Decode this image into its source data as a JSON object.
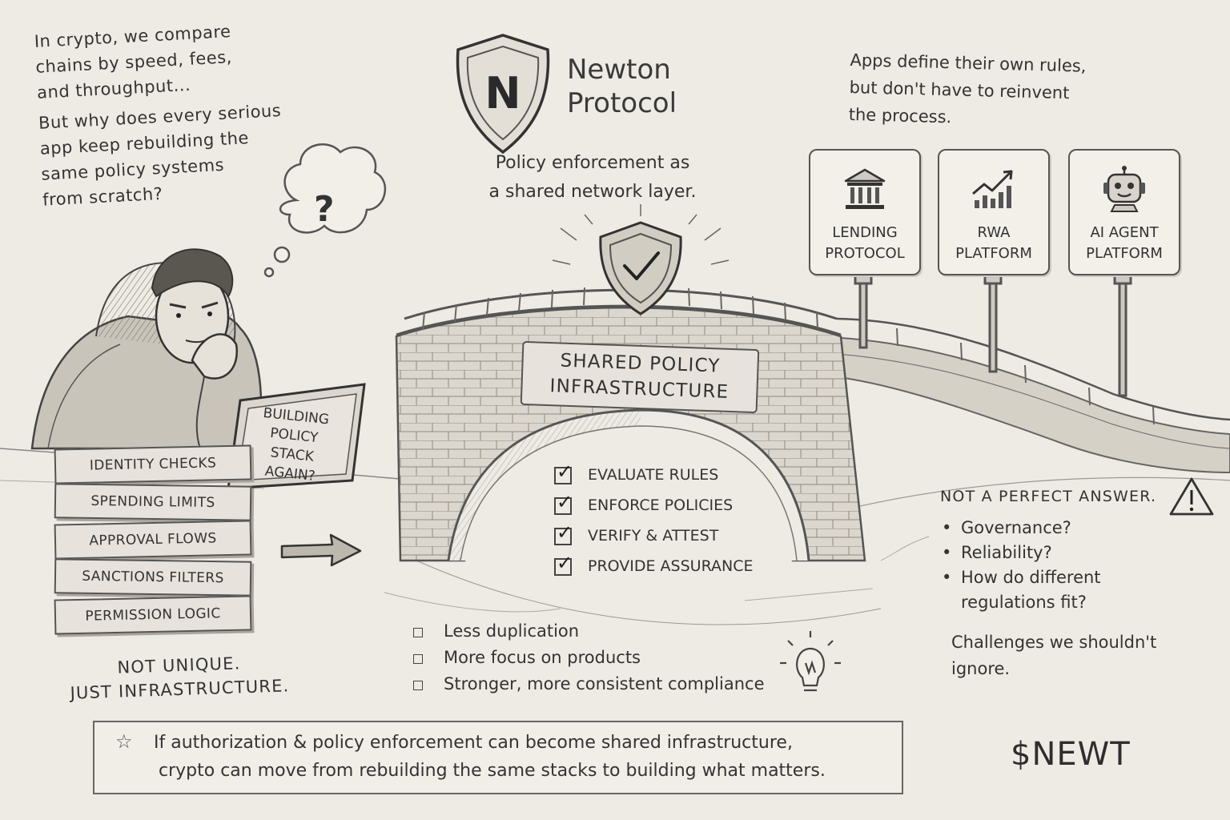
{
  "intro": {
    "lines": [
      "In crypto, we compare",
      "chains by speed, fees,",
      "and throughput..."
    ],
    "question_lines": [
      "But why does every serious",
      "app keep rebuilding the",
      "same policy systems",
      "from scratch?"
    ]
  },
  "thought_bubble": {
    "mark": "?"
  },
  "brand": {
    "logo_letter": "N",
    "name_line1": "Newton",
    "name_line2": "Protocol",
    "tagline_line1": "Policy enforcement as",
    "tagline_line2": "a shared network layer."
  },
  "apps": {
    "intro_lines": [
      "Apps define their own rules,",
      "but don't have to reinvent",
      "the process."
    ],
    "cards": [
      {
        "icon": "bank-icon",
        "line1": "LENDING",
        "line2": "PROTOCOL"
      },
      {
        "icon": "trend-chart-icon",
        "line1": "RWA",
        "line2": "PLATFORM"
      },
      {
        "icon": "robot-icon",
        "line1": "AI AGENT",
        "line2": "PLATFORM"
      }
    ]
  },
  "stack": {
    "bricks": [
      "Identity checks",
      "Spending limits",
      "Approval flows",
      "Sanctions filters",
      "Permission logic"
    ],
    "laptop_lines": [
      "BUILDING",
      "POLICY",
      "STACK",
      "AGAIN?"
    ],
    "caption_line1": "NOT UNIQUE.",
    "caption_line2": "JUST INFRASTRUCTURE."
  },
  "bridge": {
    "sign_line1": "SHARED POLICY",
    "sign_line2": "INFRASTRUCTURE",
    "checks": [
      "EVALUATE RULES",
      "ENFORCE POLICIES",
      "VERIFY & ATTEST",
      "PROVIDE ASSURANCE"
    ],
    "tick": "✓"
  },
  "benefits": {
    "items": [
      "Less duplication",
      "More focus on products",
      "Stronger, more consistent compliance"
    ]
  },
  "caveats": {
    "title": "NOT A PERFECT ANSWER.",
    "bullet": "•",
    "items": [
      "Governance?",
      "Reliability?",
      "How do different regulations fit?"
    ],
    "note_line1": "Challenges we shouldn't",
    "note_line2": "ignore."
  },
  "conclusion": {
    "star": "☆",
    "line1": "If authorization & policy enforcement can become shared infrastructure,",
    "line2": "crypto can move from rebuilding the same stacks to building what matters."
  },
  "ticker": "$NEWT",
  "colors": {
    "paper": "#eeebe4",
    "ink": "#2e2e2e",
    "stone": "#d9d4cb",
    "stone_shade": "#b9b3a8"
  }
}
